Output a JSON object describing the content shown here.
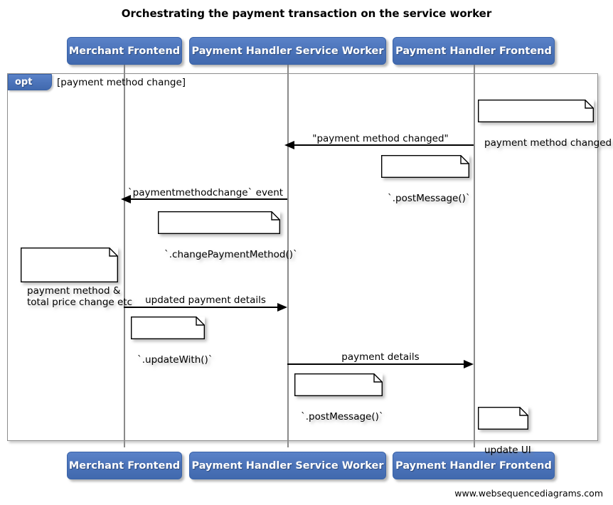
{
  "title": "Orchestrating the payment transaction on the service worker",
  "footer": "www.websequencediagrams.com",
  "colors": {
    "participant_fill": "#4a74bb",
    "participant_border": "#3a63a8",
    "participant_text": "#ffffff",
    "frame_border": "#8d8d8d",
    "lifeline": "#8a8a8a",
    "note_fill": "#ffffff",
    "line": "#000000"
  },
  "participants": [
    {
      "name": "merchant-frontend",
      "label": "Merchant Frontend"
    },
    {
      "name": "payment-handler-service-worker",
      "label": "Payment Handler Service Worker"
    },
    {
      "name": "payment-handler-frontend",
      "label": "Payment Handler Frontend"
    }
  ],
  "fragment": {
    "operator": "opt",
    "guard": "[payment method change]"
  },
  "messages": [
    {
      "id": "msg-payment-method-changed",
      "label": "\"payment method changed\"",
      "from": "payment-handler-frontend",
      "to": "payment-handler-service-worker",
      "direction": "left"
    },
    {
      "id": "msg-paymentmethodchange-event",
      "label": "`paymentmethodchange` event",
      "from": "payment-handler-service-worker",
      "to": "merchant-frontend",
      "direction": "left"
    },
    {
      "id": "msg-updated-payment-details",
      "label": "updated payment details",
      "from": "merchant-frontend",
      "to": "payment-handler-service-worker",
      "direction": "right"
    },
    {
      "id": "msg-payment-details",
      "label": "payment details",
      "from": "payment-handler-service-worker",
      "to": "payment-handler-frontend",
      "direction": "right"
    }
  ],
  "notes": [
    {
      "id": "note-payment-method-changed",
      "text": "payment method changed"
    },
    {
      "id": "note-post-message-1",
      "text": "`.postMessage()`"
    },
    {
      "id": "note-change-payment-method",
      "text": "`.changePaymentMethod()`"
    },
    {
      "id": "note-payment-method-total-price",
      "text": "payment method &\ntotal price change etc"
    },
    {
      "id": "note-update-with",
      "text": "`.updateWith()`"
    },
    {
      "id": "note-post-message-2",
      "text": "`.postMessage()`"
    },
    {
      "id": "note-update-ui",
      "text": "update UI"
    }
  ]
}
